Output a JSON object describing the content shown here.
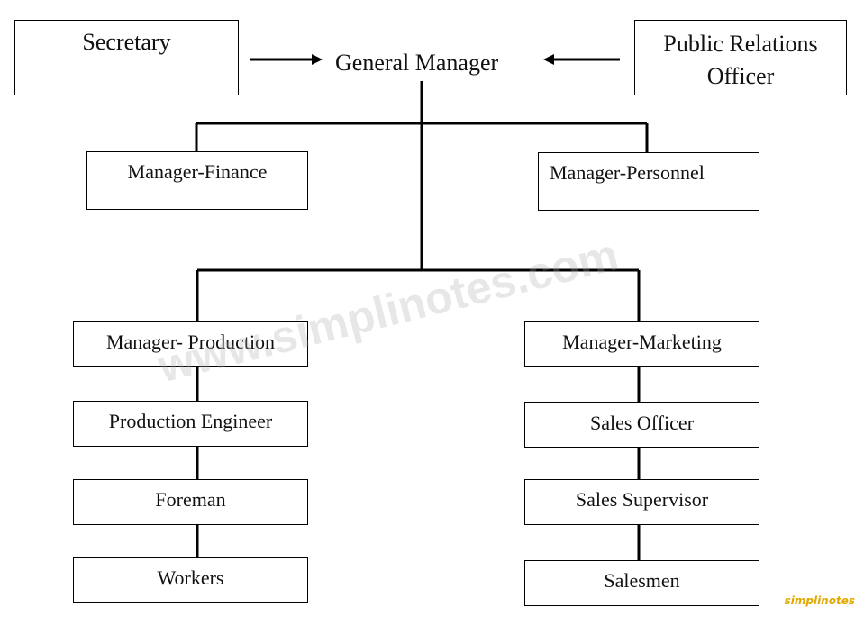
{
  "org_chart": {
    "general_manager": "General Manager",
    "secretary": "Secretary",
    "pro_line1": "Public Relations",
    "pro_line2": "Officer",
    "manager_finance": "Manager-Finance",
    "manager_personnel": "Manager-Personnel",
    "manager_production": "Manager- Production",
    "production_engineer": "Production Engineer",
    "foreman": "Foreman",
    "workers": "Workers",
    "manager_marketing": "Manager-Marketing",
    "sales_officer": "Sales Officer",
    "sales_supervisor": "Sales Supervisor",
    "salesmen": "Salesmen"
  },
  "watermark": "www.simplinotes.com",
  "logo": "simplinotes",
  "colors": {
    "line": "#000000",
    "logo": "#e0a800"
  }
}
